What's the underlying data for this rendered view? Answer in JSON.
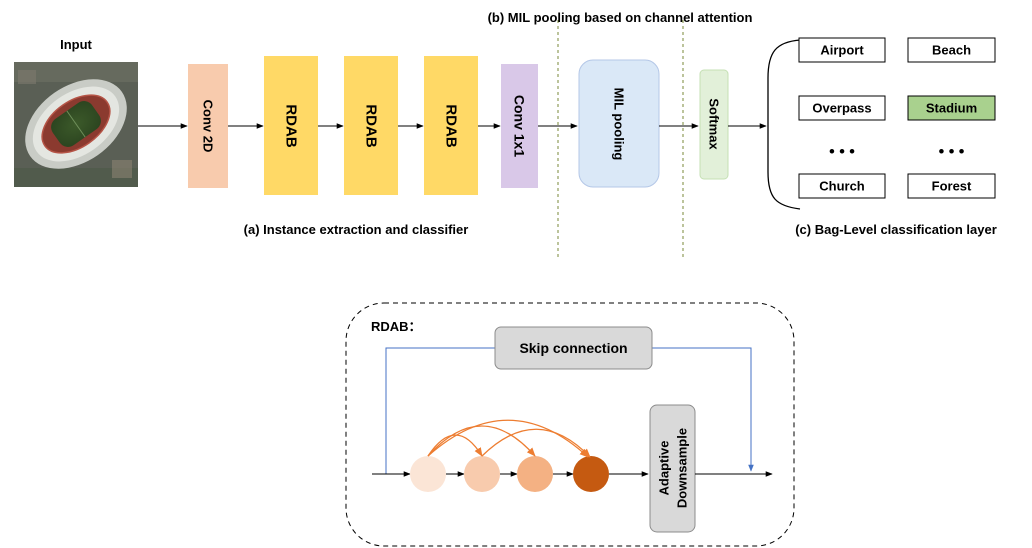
{
  "input_label": "Input",
  "stage_labels": {
    "a": "(a)  Instance extraction and classifier",
    "b": "(b)  MIL pooling based on channel attention",
    "c": "(c)  Bag-Level classification layer"
  },
  "blocks": {
    "conv2d": "Conv 2D",
    "rdab": [
      "RDAB",
      "RDAB",
      "RDAB"
    ],
    "conv1x1": "Conv 1x1",
    "mil_pooling": "MIL pooling",
    "softmax": "Softmax"
  },
  "classes": {
    "left": [
      "Airport",
      "Overpass",
      "Church"
    ],
    "right": [
      "Beach",
      "Stadium",
      "Forest"
    ],
    "ellipsis": "• • •",
    "highlighted": "Stadium"
  },
  "rdab_detail": {
    "title": "RDAB：",
    "skip": "Skip connection",
    "downsample_line1": "Adaptive",
    "downsample_line2": "Downsample"
  },
  "colors": {
    "conv2d": "#f8cbad",
    "rdab": "#ffd966",
    "conv1x1": "#d9c8e8",
    "mil": "#dae8f7",
    "softmax": "#e2f0d9",
    "stadium": "#a9d18e",
    "skip_line": "#4472c4",
    "arc": "#ed7d31",
    "node1": "#fbe5d6",
    "node2": "#f8cbad",
    "node3": "#f4b183",
    "node4": "#c55a11",
    "gray_box": "#d9d9d9",
    "divider": "#7a8a3a"
  }
}
